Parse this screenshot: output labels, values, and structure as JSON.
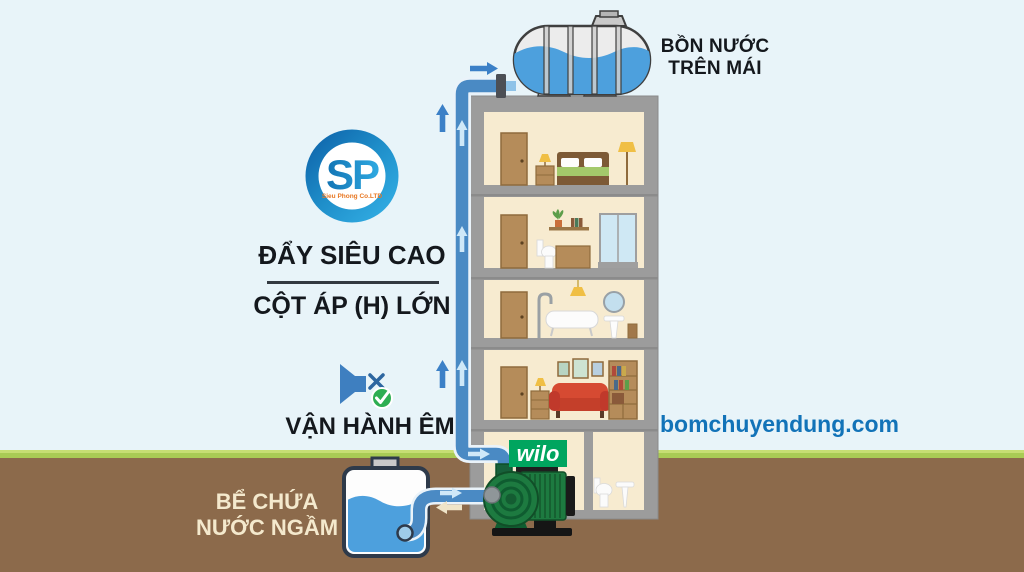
{
  "brand": {
    "logo_text": "SP",
    "logo_subtext": "Sieu Phong Co.LTD",
    "website": "bomchuyendung.com",
    "pump_brand": "wilo"
  },
  "labels": {
    "roof_tank_line1": "BỒN NƯỚC",
    "roof_tank_line2": "TRÊN MÁI",
    "feature_push": "ĐẨY SIÊU CAO",
    "feature_head": "CỘT ÁP (H) LỚN",
    "feature_quiet": "VẬN HÀNH ÊM",
    "ground_tank_line1": "BỂ CHỨA",
    "ground_tank_line2": "NƯỚC NGẦM"
  },
  "icons": {
    "quiet_feature": "speaker-muted-check-icon",
    "flow_up": "arrow-up-icon",
    "flow_right": "arrow-right-icon",
    "flow_return": "arrow-left-icon",
    "logo": "sp-circle-logo"
  },
  "colors": {
    "sky": "#e8f4f9",
    "grass": "#a9cb55",
    "ground": "#8c6a4b",
    "building_gray": "#9c9c9c",
    "room_cream": "#f7ebd0",
    "pipe_blue": "#4a8ac4",
    "water_blue": "#4da0dd",
    "pump_green": "#1d7a40",
    "wilo_green": "#00a55f",
    "website_blue": "#1273b8",
    "label_dark": "#14181d",
    "label_cream": "#f4e9cd",
    "logo_blue": "#1f8fca",
    "logo_orange": "#e87722"
  }
}
